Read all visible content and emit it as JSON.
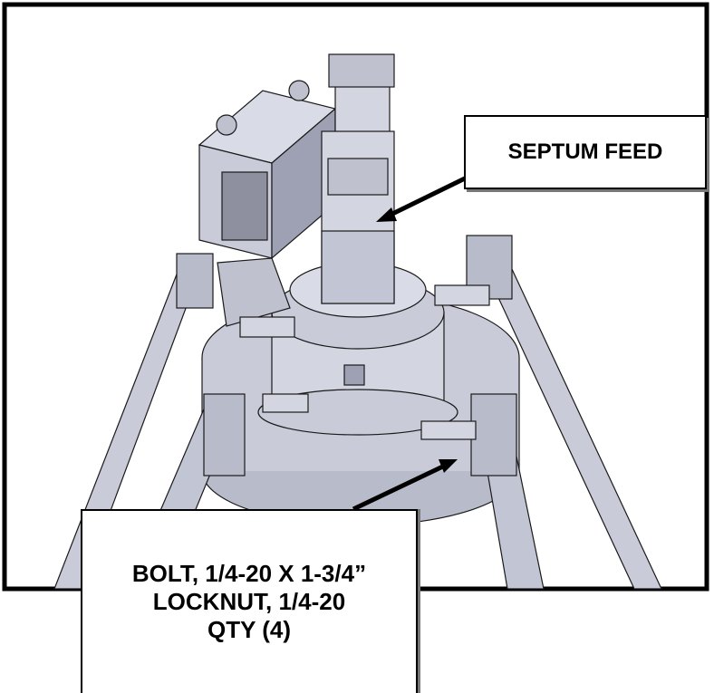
{
  "callouts": {
    "septum_feed": "SEPTUM FEED",
    "bolt_line1": "BOLT, 1/4-20 X 1-3/4”",
    "bolt_line2": "LOCKNUT, 1/4-20",
    "bolt_line3": "QTY (4)"
  },
  "colors": {
    "metal": "#c9cbd8",
    "metal_shadow": "#9ea1b3",
    "outline": "#1a1a1a",
    "border": "#000000"
  }
}
